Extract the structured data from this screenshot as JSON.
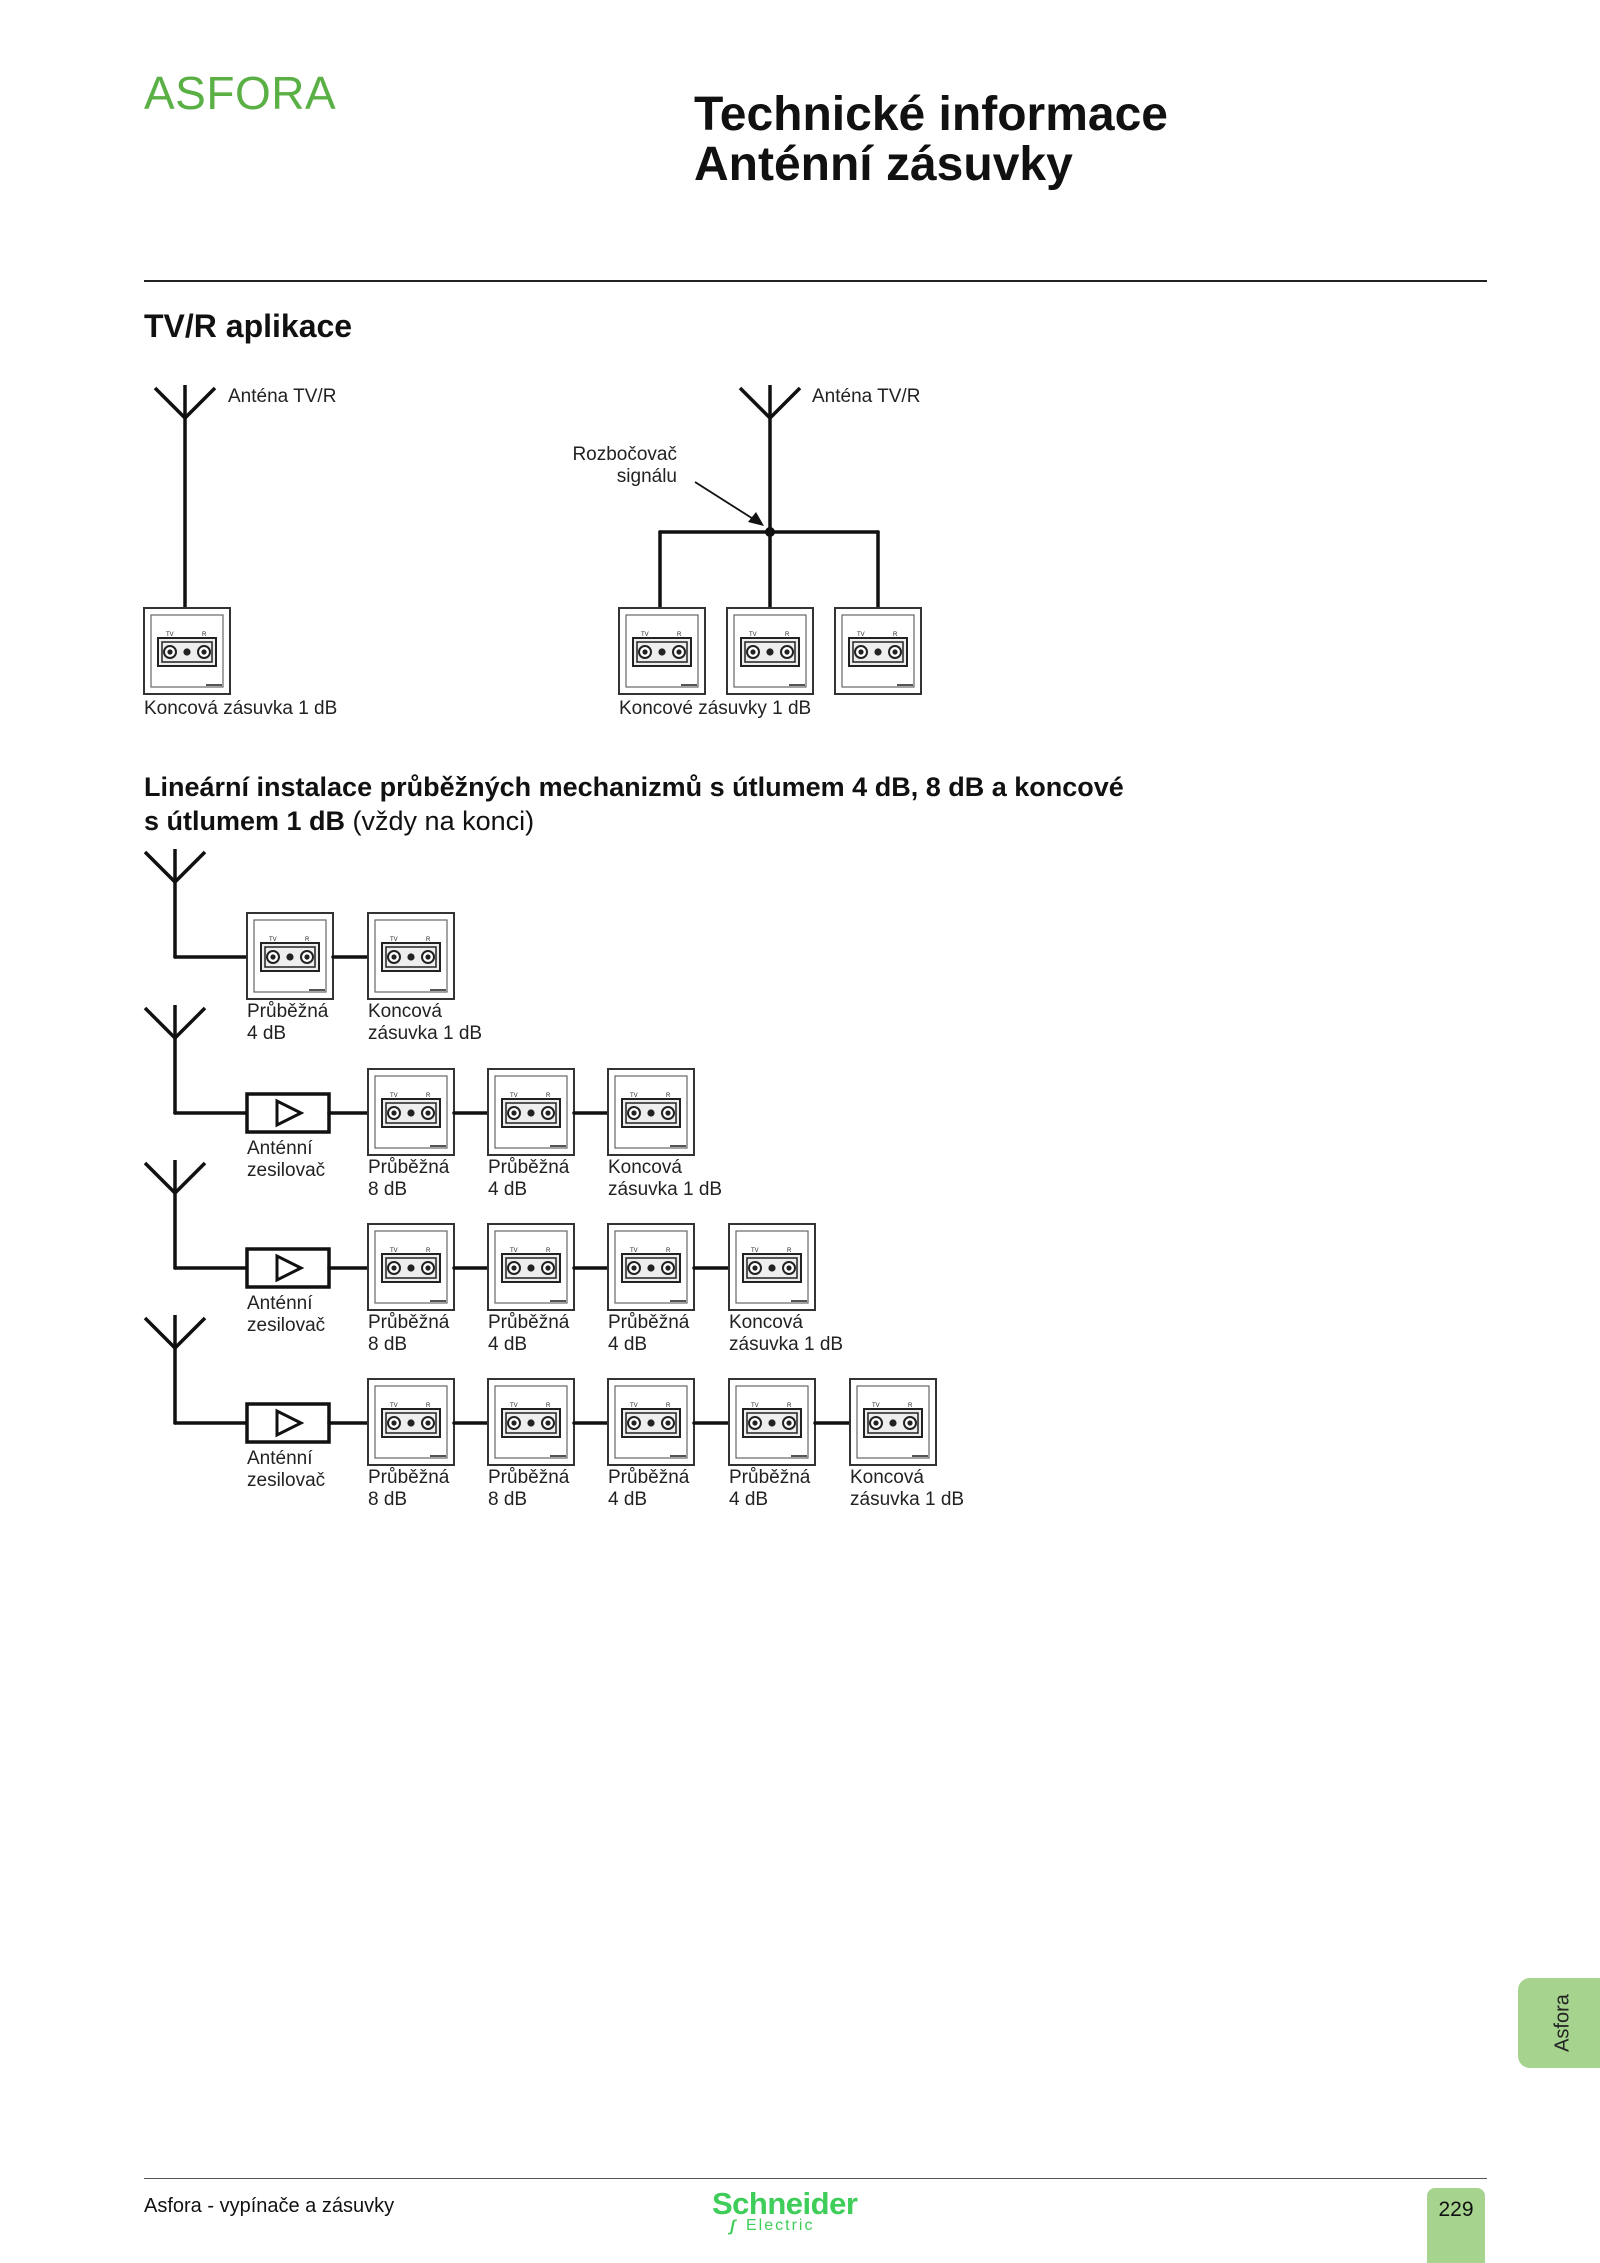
{
  "header": {
    "brand": "ASFORA",
    "title_line1": "Technické informace",
    "title_line2": "Anténní zásuvky"
  },
  "section1": {
    "heading": "TV/R aplikace",
    "antenna_label": "Anténa TV/R",
    "splitter_line1": "Rozbočovač",
    "splitter_line2": "signálu",
    "single_caption": "Koncová zásuvka 1 dB",
    "multi_caption": "Koncové zásuvky 1 dB"
  },
  "section2": {
    "heading_bold_line1": "Lineární instalace průběžných mechanizmů s útlumem 4 dB, 8 dB a koncové",
    "heading_bold_line2": "s útlumem 1 dB",
    "heading_normal": " (vždy na konci)",
    "rows": [
      {
        "amplifier": null,
        "sockets": [
          {
            "line1": "Průběžná",
            "line2": "4 dB"
          },
          {
            "line1": "Koncová",
            "line2": "zásuvka 1 dB"
          }
        ]
      },
      {
        "amplifier": {
          "line1": "Anténní",
          "line2": "zesilovač"
        },
        "sockets": [
          {
            "line1": "Průběžná",
            "line2": "8 dB"
          },
          {
            "line1": "Průběžná",
            "line2": "4 dB"
          },
          {
            "line1": "Koncová",
            "line2": "zásuvka 1 dB"
          }
        ]
      },
      {
        "amplifier": {
          "line1": "Anténní",
          "line2": "zesilovač"
        },
        "sockets": [
          {
            "line1": "Průběžná",
            "line2": "8 dB"
          },
          {
            "line1": "Průběžná",
            "line2": "4 dB"
          },
          {
            "line1": "Průběžná",
            "line2": "4 dB"
          },
          {
            "line1": "Koncová",
            "line2": "zásuvka 1 dB"
          }
        ]
      },
      {
        "amplifier": {
          "line1": "Anténní",
          "line2": "zesilovač"
        },
        "sockets": [
          {
            "line1": "Průběžná",
            "line2": "8 dB"
          },
          {
            "line1": "Průběžná",
            "line2": "8 dB"
          },
          {
            "line1": "Průběžná",
            "line2": "4 dB"
          },
          {
            "line1": "Průběžná",
            "line2": "4 dB"
          },
          {
            "line1": "Koncová",
            "line2": "zásuvka 1 dB"
          }
        ]
      }
    ]
  },
  "socket_face": {
    "left": "TV",
    "right": "R"
  },
  "side_tab": "Asfora",
  "footer": {
    "left_text": "Asfora - vypínače a zásuvky",
    "logo_name": "Schneider",
    "logo_sub": "Electric",
    "page_number": "229"
  },
  "colors": {
    "brand_green": "#5ab045",
    "tab_green": "#a6d38e",
    "logo_green": "#3dcd58",
    "line": "#111111"
  }
}
